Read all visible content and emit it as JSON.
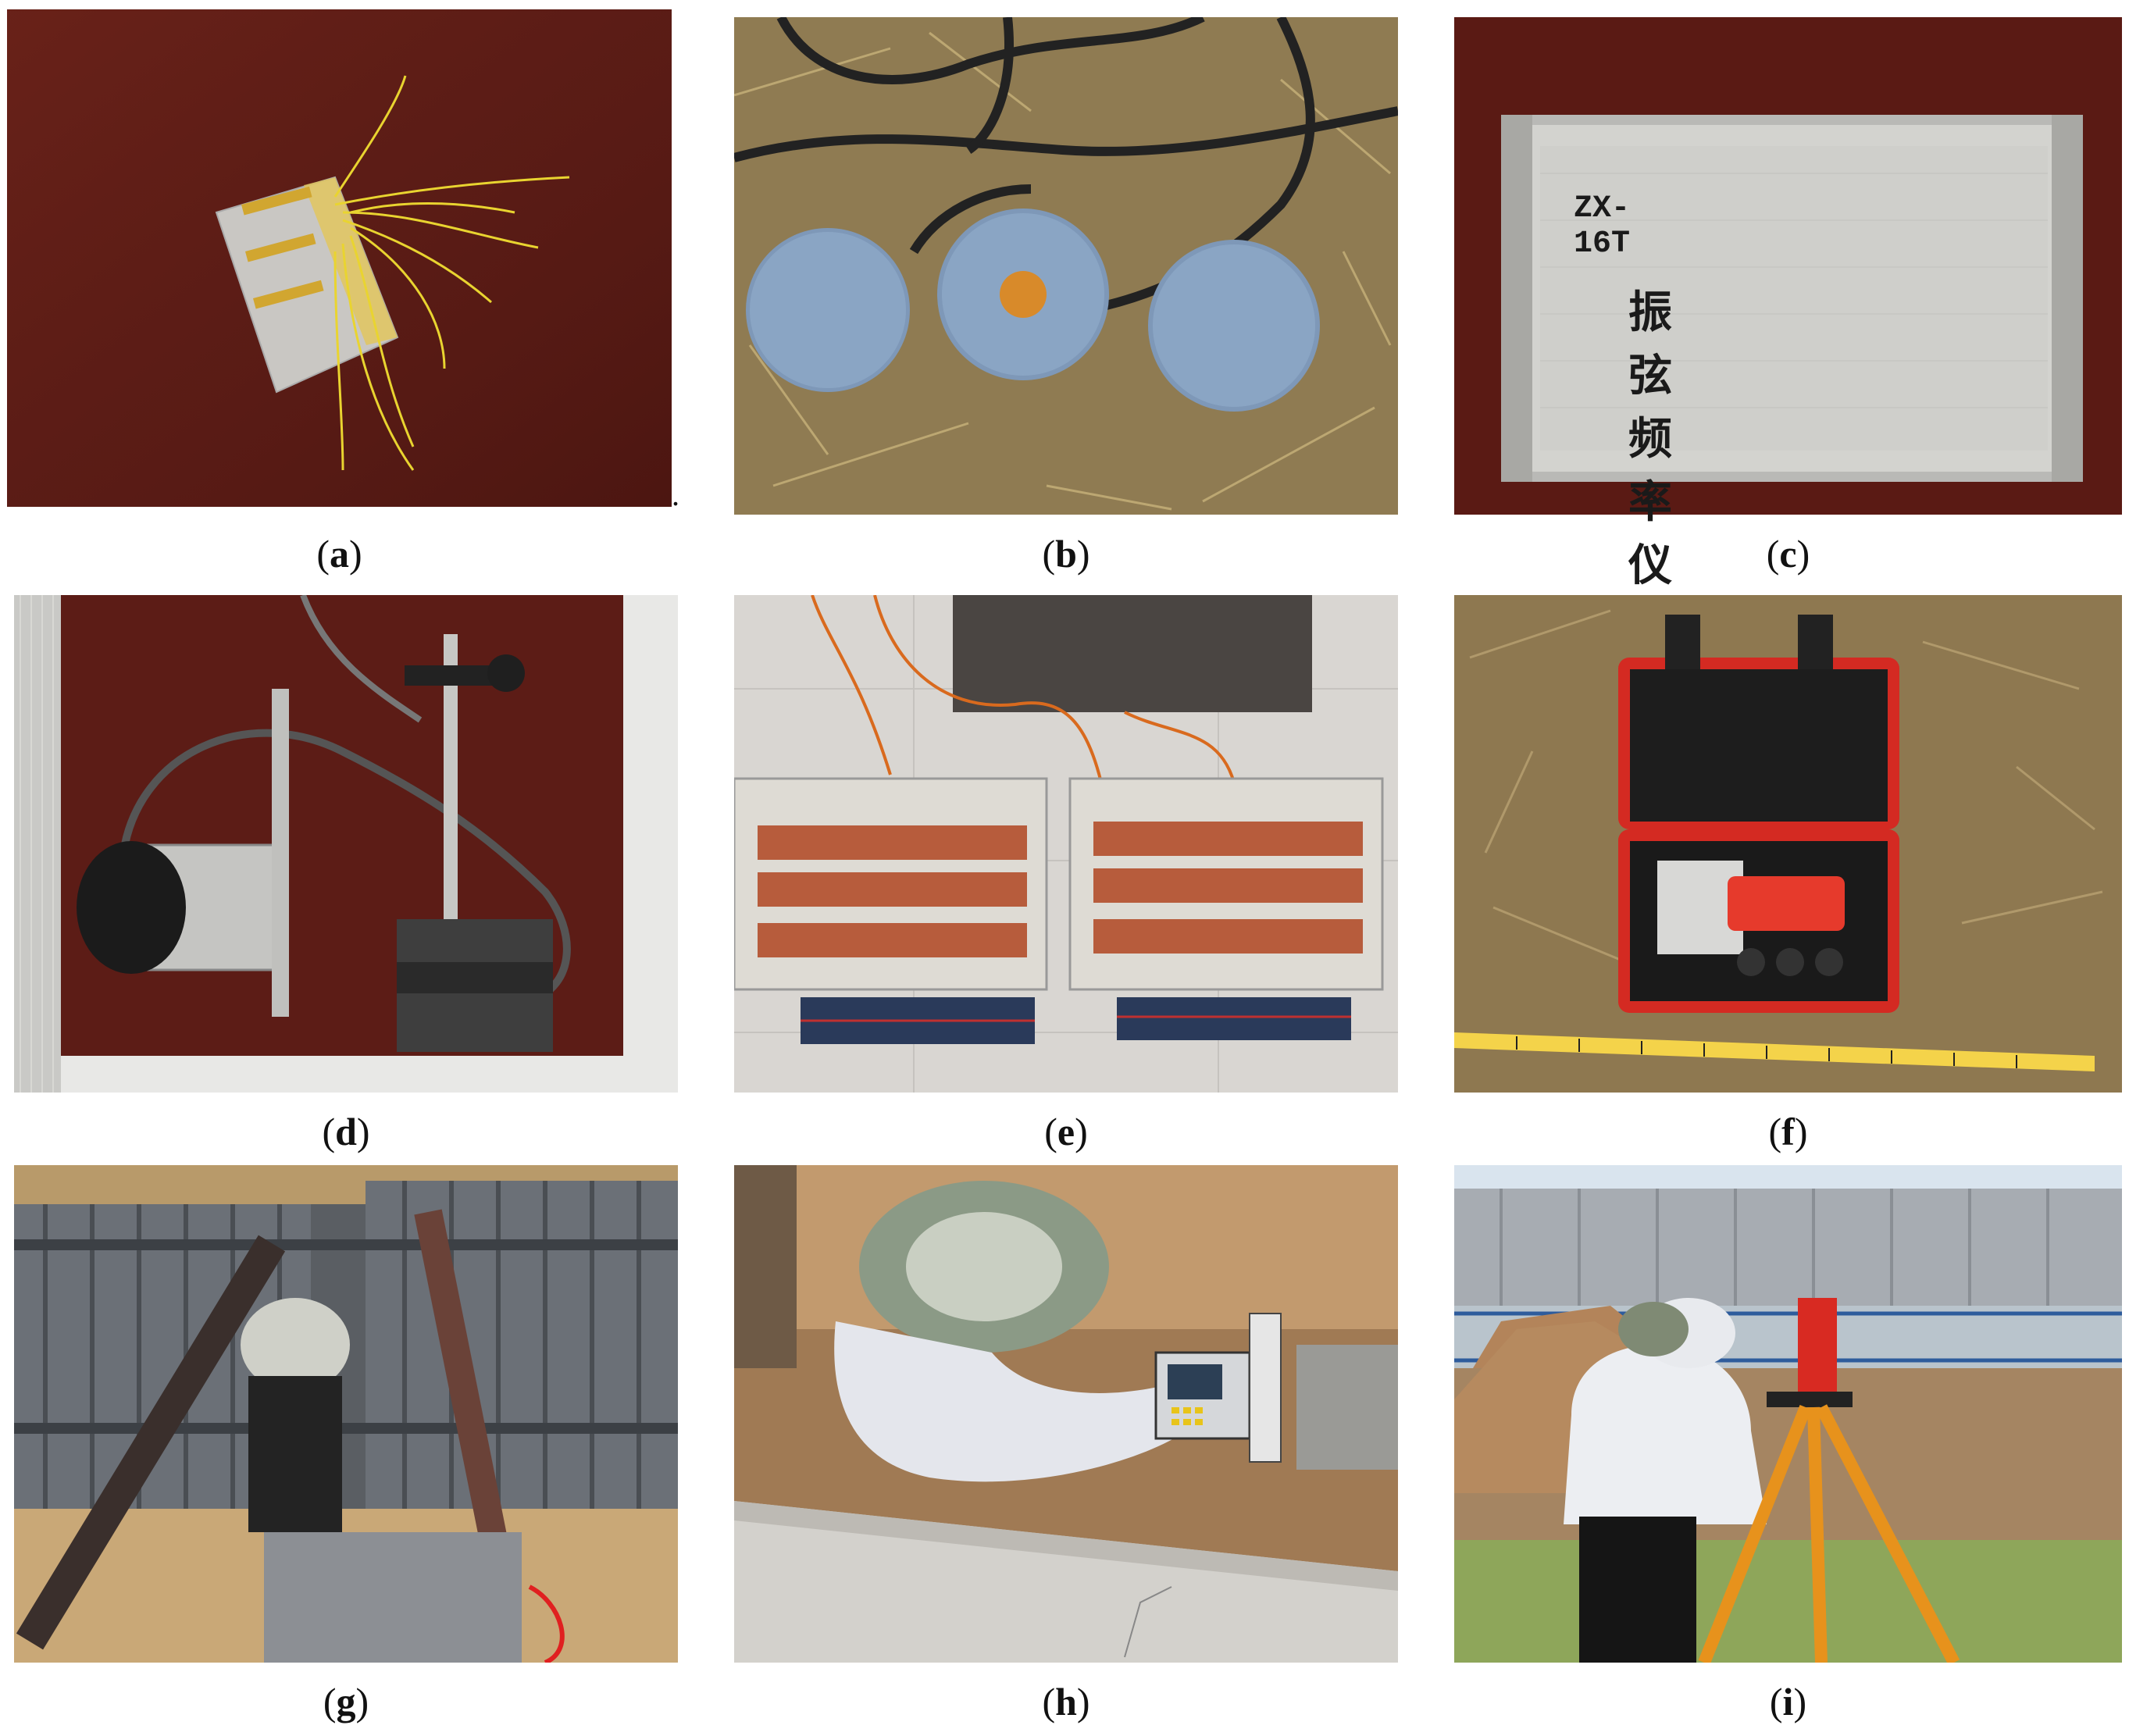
{
  "figure": {
    "panels": [
      {
        "id": "a",
        "caption_open": "(",
        "caption_letter": "a",
        "caption_close": ")",
        "subject": "strain gauge with yellow lead wires on wooden desk"
      },
      {
        "id": "b",
        "caption_open": "(",
        "caption_letter": "b",
        "caption_close": ")",
        "subject": "three round pressure cells with cables on dry grass"
      },
      {
        "id": "c",
        "caption_open": "(",
        "caption_letter": "c",
        "caption_close": ")",
        "subject": "aluminium instrument case",
        "case_model": "ZX-16T",
        "case_label": "振弦频率仪"
      },
      {
        "id": "d",
        "caption_open": "(",
        "caption_letter": "d",
        "caption_close": ")",
        "subject": "displacement sensor with magnetic base stand on desk"
      },
      {
        "id": "e",
        "caption_open": "(",
        "caption_letter": "e",
        "caption_close": ")",
        "subject": "two data acquisition boxes with terminal blocks on tiled floor"
      },
      {
        "id": "f",
        "caption_open": "(",
        "caption_letter": "f",
        "caption_close": ")",
        "subject": "total station in red case with levelling staff on ground"
      },
      {
        "id": "g",
        "caption_open": "(",
        "caption_letter": "g",
        "caption_close": ")",
        "subject": "worker installing pipe inside corrugated steel pit"
      },
      {
        "id": "h",
        "caption_open": "(",
        "caption_letter": "h",
        "caption_close": ")",
        "subject": "worker reading vibrating-wire meter beside trench"
      },
      {
        "id": "i",
        "caption_open": "(",
        "caption_letter": "i",
        "caption_close": ")",
        "subject": "worker surveying with total station on orange tripod"
      }
    ],
    "stray_mark": "."
  }
}
